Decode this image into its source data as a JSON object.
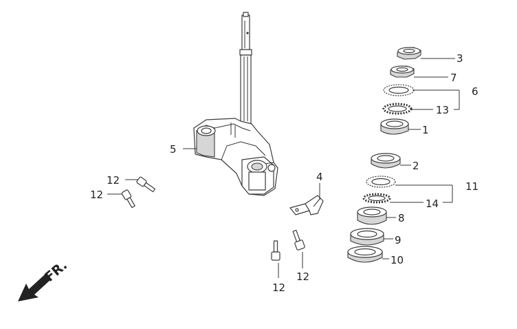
{
  "callouts": {
    "c1": "1",
    "c2": "2",
    "c3": "3",
    "c4": "4",
    "c5": "5",
    "c6": "6",
    "c7": "7",
    "c8": "8",
    "c9": "9",
    "c10": "10",
    "c11": "11",
    "c12a": "12",
    "c12b": "12",
    "c12c": "12",
    "c12d": "12",
    "c13": "13",
    "c14": "14"
  },
  "direction_label": "FR."
}
